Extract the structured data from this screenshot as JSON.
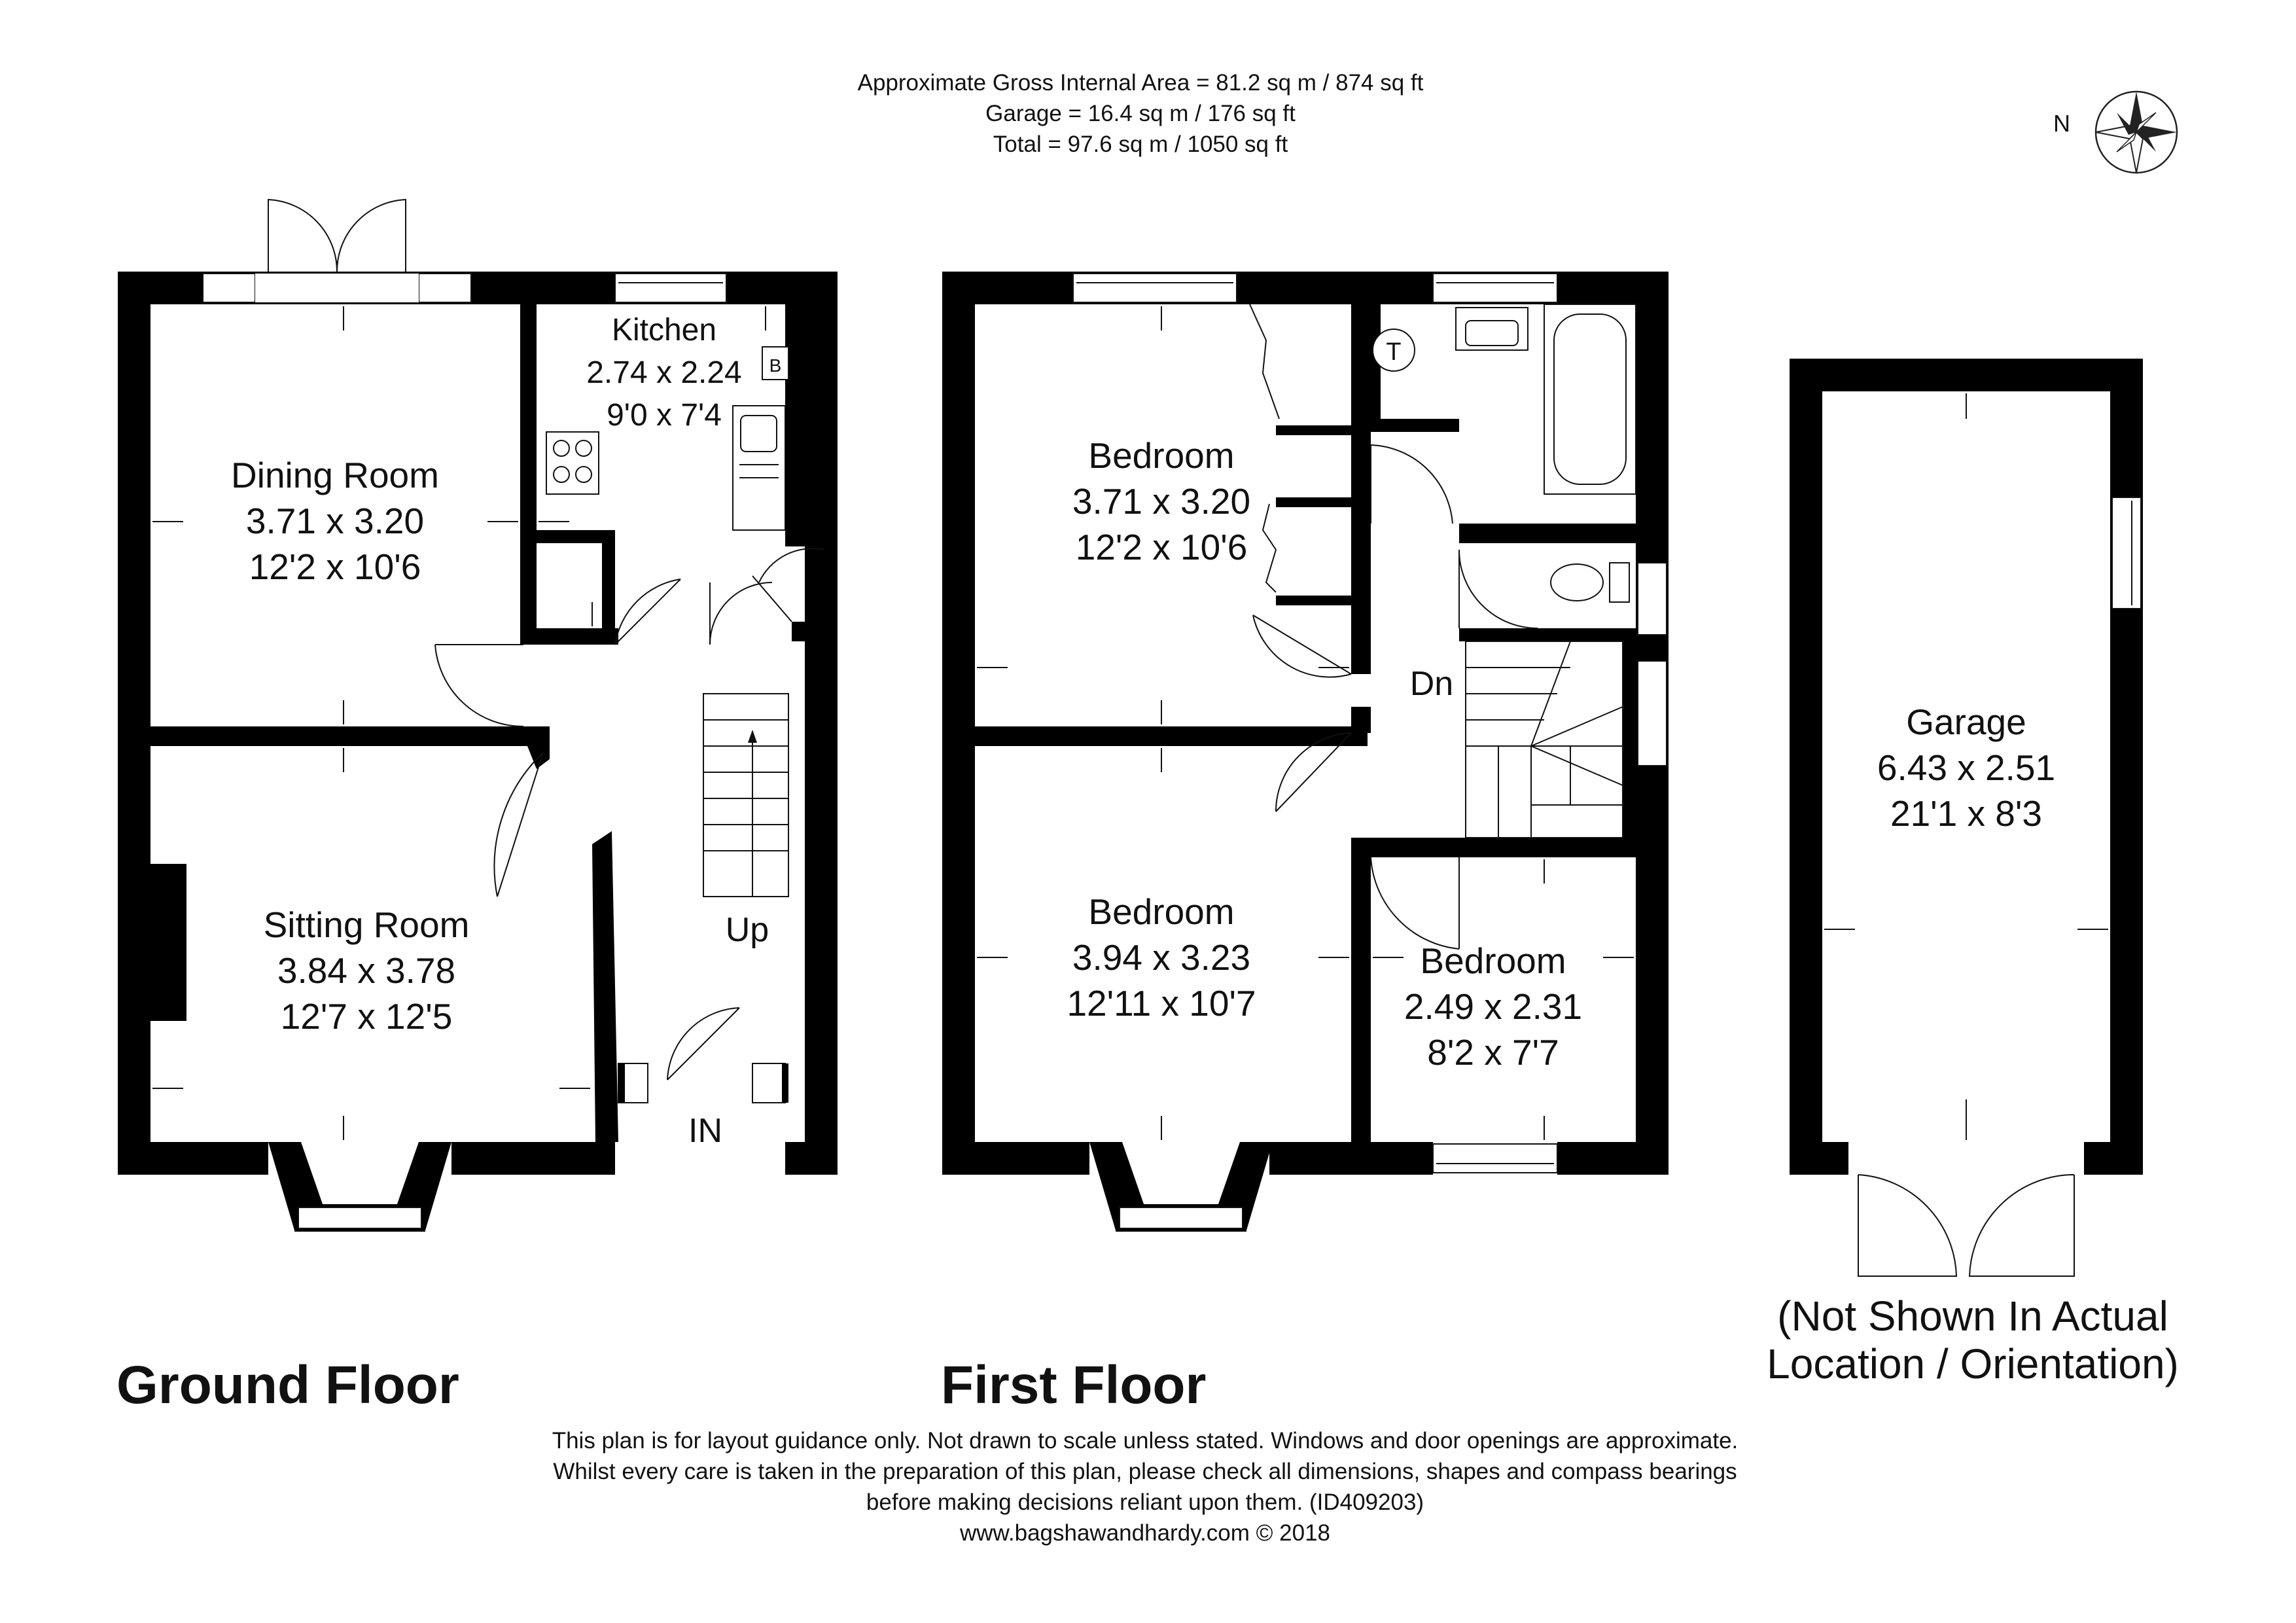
{
  "header": {
    "area_line1": "Approximate Gross Internal Area = 81.2 sq m / 874 sq ft",
    "area_line2": "Garage = 16.4 sq m / 176 sq ft",
    "area_line3": "Total = 97.6 sq m / 1050 sq ft"
  },
  "compass": {
    "label": "N"
  },
  "ground_floor": {
    "title": "Ground Floor",
    "rooms": [
      {
        "name": "Dining Room",
        "metric": "3.71 x 3.20",
        "imperial": "12'2 x 10'6"
      },
      {
        "name": "Kitchen",
        "metric": "2.74 x 2.24",
        "imperial": "9'0 x 7'4"
      },
      {
        "name": "Sitting Room",
        "metric": "3.84 x 3.78",
        "imperial": "12'7 x 12'5"
      }
    ],
    "labels": {
      "boiler": "B",
      "stairs_up": "Up",
      "entrance": "IN"
    }
  },
  "first_floor": {
    "title": "First Floor",
    "rooms": [
      {
        "name": "Bedroom",
        "metric": "3.71 x 3.20",
        "imperial": "12'2 x 10'6"
      },
      {
        "name": "Bedroom",
        "metric": "3.94 x 3.23",
        "imperial": "12'11 x 10'7"
      },
      {
        "name": "Bedroom",
        "metric": "2.49 x 2.31",
        "imperial": "8'2 x 7'7"
      }
    ],
    "labels": {
      "tank": "T",
      "stairs_down": "Dn"
    }
  },
  "garage": {
    "name": "Garage",
    "metric": "6.43 x 2.51",
    "imperial": "21'1 x 8'3",
    "note_line1": "(Not Shown In Actual",
    "note_line2": "Location / Orientation)"
  },
  "footer": {
    "line1": "This plan is for layout guidance only. Not drawn to scale unless stated. Windows and door openings are approximate.",
    "line2": "Whilst every care is taken in the preparation of this plan, please check all dimensions, shapes and compass bearings",
    "line3": "before making decisions reliant upon them. (ID409203)",
    "line4": "www.bagshawandhardy.com © 2018"
  }
}
